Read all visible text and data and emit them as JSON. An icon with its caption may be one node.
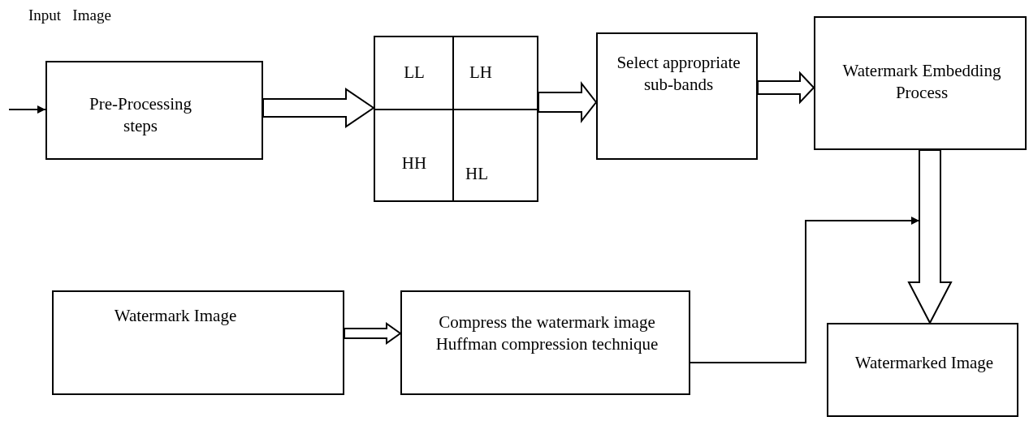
{
  "diagram": {
    "nodes": [
      {
        "text": [
          "Pre-Processing steps"
        ]
      },
      {
        "text": [
          "LL",
          "LH",
          "HH",
          "HL"
        ]
      },
      {
        "text": [
          "Select appropriate sub-bands"
        ]
      },
      {
        "text": [
          "Watermark Embedding Process"
        ]
      },
      {
        "text": [
          "Watermark Image"
        ]
      },
      {
        "text": [
          "Compress the watermark image Huffman compression technique"
        ]
      },
      {
        "text": [
          "Watermarked Image"
        ]
      }
    ],
    "edges": [
      {
        "from": null,
        "to": 0,
        "arrow": "to"
      },
      {
        "from": 0,
        "to": 1,
        "arrow": "to",
        "style": "thick"
      },
      {
        "from": 1,
        "to": 2,
        "arrow": "to",
        "style": "thick"
      },
      {
        "from": 2,
        "to": 3,
        "arrow": "to",
        "style": "thick"
      },
      {
        "from": 3,
        "to": 6,
        "arrow": "to",
        "style": "thick"
      },
      {
        "from": 4,
        "to": 5,
        "arrow": "to",
        "style": "thick"
      },
      {
        "from": 5,
        "to": null,
        "arrow": "to"
      }
    ],
    "labels": [
      "Input   Image"
    ]
  }
}
